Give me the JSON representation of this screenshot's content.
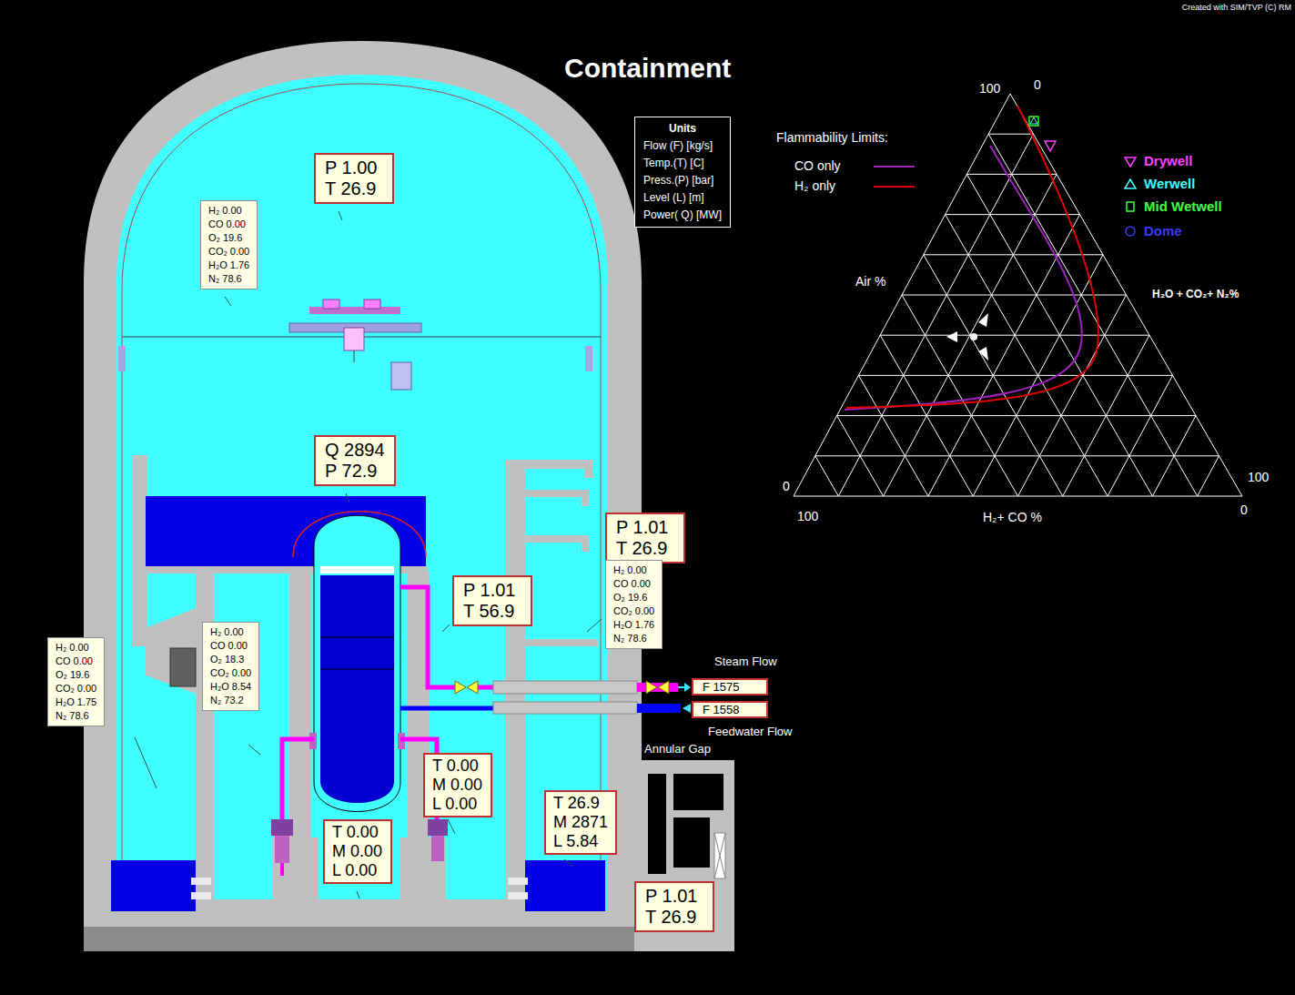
{
  "diagram": {
    "title": "Containment",
    "nodes": [
      {
        "text": [
          "Units",
          "Flow (F) [kg/s]",
          "Temp.(T) [C]",
          "Press.(P) [bar]",
          "Level (L) [m]",
          "Power( Q) [MW]"
        ]
      },
      {
        "text": [
          "P 1.00",
          "T 26.9"
        ]
      },
      {
        "text": [
          "H₂ 0.00",
          "CO 0.00",
          "O₂ 19.6",
          "CO₂ 0.00",
          "H₂O 1.76",
          "N₂ 78.6"
        ]
      },
      {
        "text": [
          "Q 2894",
          "P 72.9"
        ]
      },
      {
        "text": [
          "P 1.01",
          "T 26.9"
        ]
      },
      {
        "text": [
          "P 1.01",
          "T 56.9"
        ]
      },
      {
        "text": [
          "H₂ 0.00",
          "CO 0.00",
          "O₂ 19.6",
          "CO₂ 0.00",
          "H₂O 1.76",
          "N₂ 78.6"
        ]
      },
      {
        "text": [
          "H₂ 0.00",
          "CO 0.00",
          "O₂ 19.6",
          "CO₂ 0.00",
          "H₂O 1.75",
          "N₂ 78.6"
        ]
      },
      {
        "text": [
          "H₂ 0.00",
          "CO 0.00",
          "O₂ 18.3",
          "CO₂ 0.00",
          "H₂O 8.54",
          "N₂ 73.2"
        ]
      },
      {
        "text": [
          "F 1575"
        ]
      },
      {
        "text": [
          "F 1558"
        ]
      },
      {
        "text": [
          "T 0.00",
          "M 0.00",
          "L 0.00"
        ]
      },
      {
        "text": [
          "T 26.9",
          "M 2871",
          "L 5.84"
        ]
      },
      {
        "text": [
          "T 0.00",
          "M 0.00",
          "L 0.00"
        ]
      },
      {
        "text": [
          "P 1.01",
          "T 26.9"
        ]
      }
    ],
    "labels": [
      "Created with SIM/TVP (C) RM",
      "Flammability Limits:",
      "Steam Flow",
      "Feedwater Flow",
      "Annular Gap",
      "100",
      "0",
      "Air %",
      "H₂O + CO₂+ N₂%",
      "0",
      "100",
      "100",
      "0",
      "H₂+ CO %"
    ],
    "legend": [
      {
        "text": "CO only"
      },
      {
        "text": "H₂ only"
      },
      {
        "text": "Drywell"
      },
      {
        "text": "Werwell"
      },
      {
        "text": "Mid Wetwell"
      },
      {
        "text": "Dome"
      }
    ]
  }
}
